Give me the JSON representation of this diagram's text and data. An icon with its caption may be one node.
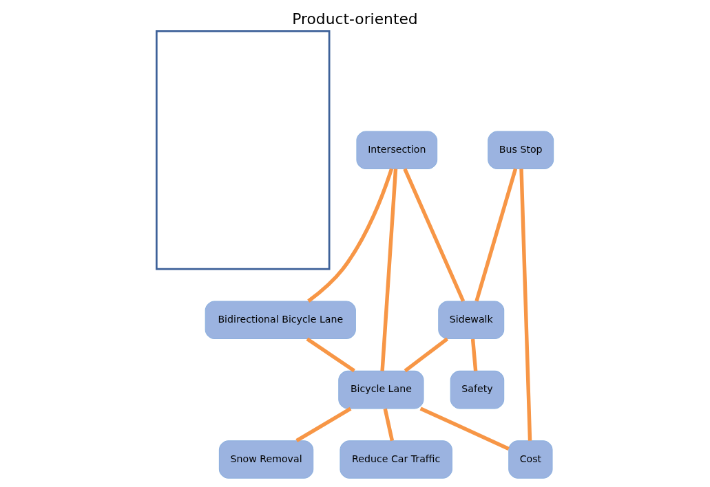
{
  "diagram": {
    "title": "Product-oriented",
    "nodes": [
      {
        "text": [],
        "shape": "box"
      },
      {
        "text": [
          "Intersection"
        ]
      },
      {
        "text": [
          "Bidirectional Bicycle Lane"
        ]
      },
      {
        "text": [
          "Bicycle Lane"
        ]
      },
      {
        "text": [
          "Bus Stop"
        ]
      },
      {
        "text": [
          "Sidewalk"
        ]
      },
      {
        "text": [
          "Snow Removal"
        ]
      },
      {
        "text": [
          "Cost"
        ]
      },
      {
        "text": [
          "Reduce Car Traffic"
        ]
      },
      {
        "text": [
          "Safety"
        ]
      }
    ],
    "edges": [
      {
        "from": 1,
        "to": 2,
        "arrow": "none"
      },
      {
        "from": 1,
        "to": 3,
        "arrow": "none"
      },
      {
        "from": 1,
        "to": 5,
        "arrow": "none"
      },
      {
        "from": 2,
        "to": 3,
        "arrow": "none"
      },
      {
        "from": 4,
        "to": 5,
        "arrow": "none"
      },
      {
        "from": 5,
        "to": 3,
        "arrow": "none"
      },
      {
        "from": 3,
        "to": 6,
        "arrow": "none"
      },
      {
        "from": 3,
        "to": 7,
        "arrow": "none"
      },
      {
        "from": 3,
        "to": 8,
        "arrow": "none"
      },
      {
        "from": 4,
        "to": 7,
        "arrow": "none"
      },
      {
        "from": 5,
        "to": 9,
        "arrow": "none"
      }
    ]
  }
}
